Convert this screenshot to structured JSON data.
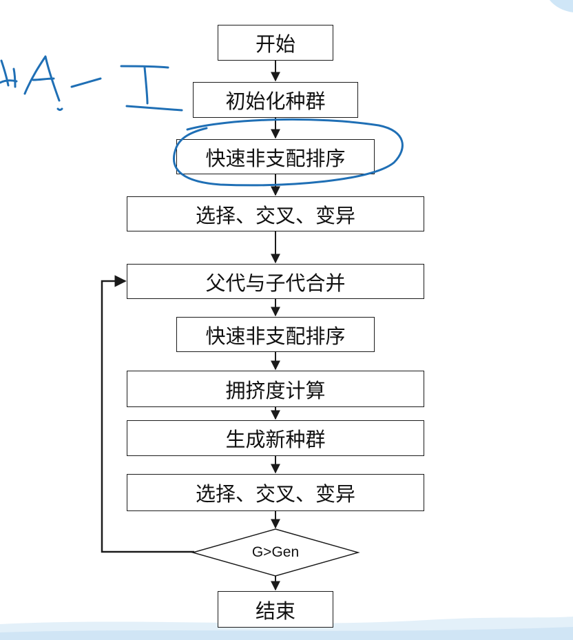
{
  "flowchart": {
    "start": "开始",
    "init": "初始化种群",
    "sort1": "快速非支配排序",
    "ops1": "选择、交叉、变异",
    "merge": "父代与子代合并",
    "sort2": "快速非支配排序",
    "crowding": "拥挤度计算",
    "newpop": "生成新种群",
    "ops2": "选择、交叉、变异",
    "decision": "G>Gen",
    "end": "结束"
  },
  "colors": {
    "line": "#1a1a1a",
    "annotation": "#1f6fb5",
    "bg_wave": "#d6eaf8"
  }
}
